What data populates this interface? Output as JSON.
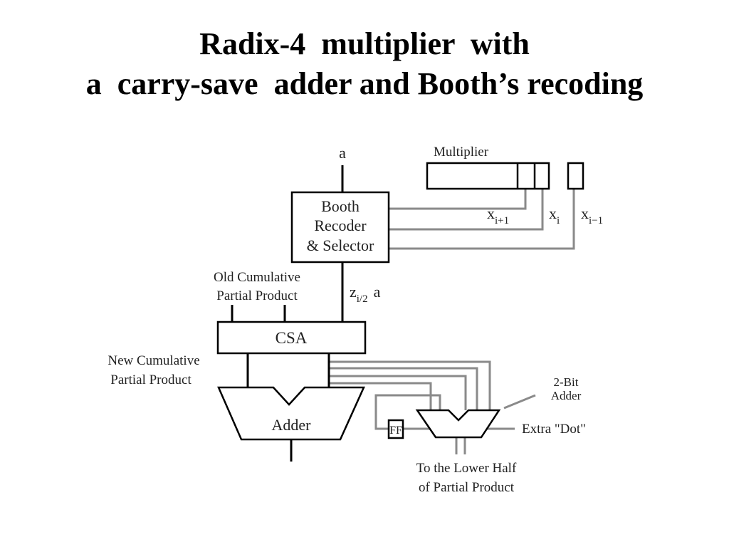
{
  "slide": {
    "title_line1": "Radix-4  multiplier  with",
    "title_line2": "a  carry-save  adder and Booth’s recoding"
  },
  "diagram": {
    "input_a": "a",
    "multiplier_label": "Multiplier",
    "booth_line1": "Booth",
    "booth_line2": "Recoder",
    "booth_line3": "& Selector",
    "x_main": "x",
    "x_i_plus_1_sub": "i+1",
    "x_i_sub": "i",
    "x_i_minus_1_sub": "i−1",
    "old_cum_line1": "Old Cumulative",
    "old_cum_line2": "Partial Product",
    "z_main": "z",
    "z_sub": "i/2",
    "z_a": "a",
    "csa_label": "CSA",
    "new_cum_line1": "New Cumulative",
    "new_cum_line2": "Partial Product",
    "adder_label": "Adder",
    "ff_label": "FF",
    "two_bit_line1": "2-Bit",
    "two_bit_line2": "Adder",
    "extra_dot_label": "Extra \"Dot\"",
    "lower_half_line1": "To the Lower Half",
    "lower_half_line2": "of Partial Product"
  }
}
